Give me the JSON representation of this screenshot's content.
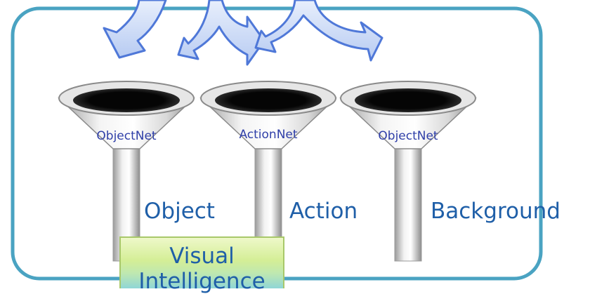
{
  "funnels": [
    {
      "name": "ObjectNet"
    },
    {
      "name": "ActionNet"
    },
    {
      "name": "ObjectNet"
    }
  ],
  "outputs": [
    "Object",
    "Action",
    "Background"
  ],
  "result": {
    "label": "Visual Intelligence"
  },
  "colors": {
    "frame": "#4aa3c2",
    "arrow_fill": "#c9d9f5",
    "arrow_stroke": "#4f78d8",
    "text": "#1f5fa8",
    "funnel_label": "#2f3fa8"
  }
}
